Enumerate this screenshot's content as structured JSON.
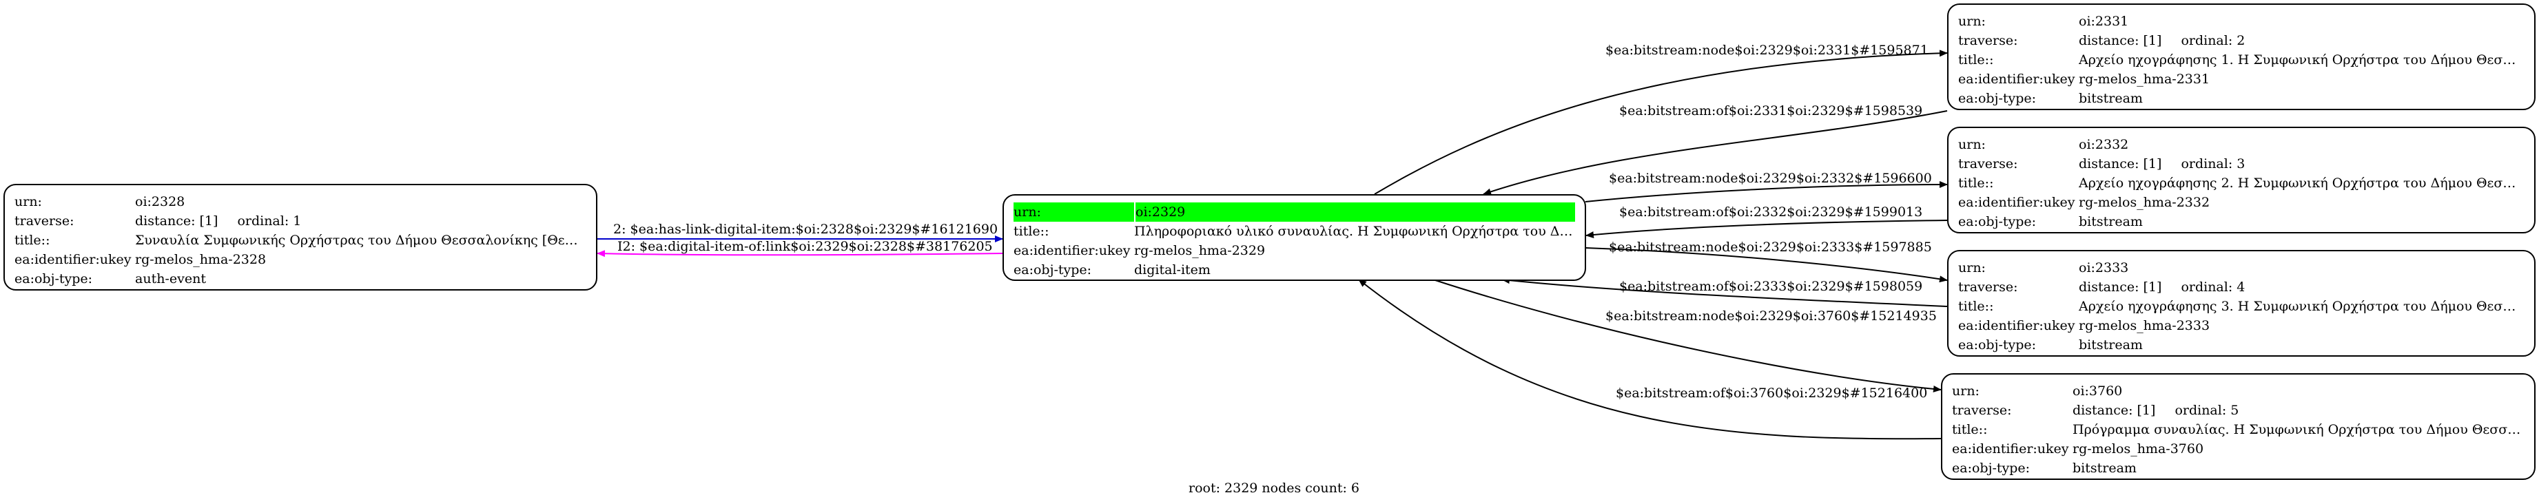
{
  "root_label": "root: 2329 nodes count: 6",
  "colors": {
    "edge_default": "#000000",
    "edge_to_item": "#0000cc",
    "edge_to_event": "#ff00ff",
    "highlight": "#00ff00"
  },
  "nodes": {
    "n2328": {
      "rows": [
        {
          "k": "urn:",
          "v": "oi:2328"
        },
        {
          "k": "traverse:",
          "v": "distance: [1]",
          "o": "ordinal: 1"
        },
        {
          "k": "title::",
          "v": "Συναυλία Συμφωνικής Ορχήστρας του Δήμου Θεσσαλονίκης [Θεσσ..."
        },
        {
          "k": "ea:identifier:ukey",
          "v": "rg-melos_hma-2328"
        },
        {
          "k": "ea:obj-type:",
          "v": "auth-event"
        }
      ]
    },
    "n2329": {
      "rows": [
        {
          "k": "urn:",
          "v": "oi:2329"
        },
        {
          "k": "title::",
          "v": "Πληροφοριακό υλικό συναυλίας. Η Συμφωνική Ορχήστρα του Δήμ..."
        },
        {
          "k": "ea:identifier:ukey",
          "v": "rg-melos_hma-2329"
        },
        {
          "k": "ea:obj-type:",
          "v": "digital-item"
        }
      ]
    },
    "n2331": {
      "rows": [
        {
          "k": "urn:",
          "v": "oi:2331"
        },
        {
          "k": "traverse:",
          "v": "distance: [1]",
          "o": "ordinal: 2"
        },
        {
          "k": "title::",
          "v": "Αρχείο ηχογράφησης 1. Η Συμφωνική Ορχήστρα του Δήμου Θεσσα..."
        },
        {
          "k": "ea:identifier:ukey",
          "v": "rg-melos_hma-2331"
        },
        {
          "k": "ea:obj-type:",
          "v": "bitstream"
        }
      ]
    },
    "n2332": {
      "rows": [
        {
          "k": "urn:",
          "v": "oi:2332"
        },
        {
          "k": "traverse:",
          "v": "distance: [1]",
          "o": "ordinal: 3"
        },
        {
          "k": "title::",
          "v": "Αρχείο ηχογράφησης 2. Η Συμφωνική Ορχήστρα του Δήμου Θεσσα..."
        },
        {
          "k": "ea:identifier:ukey",
          "v": "rg-melos_hma-2332"
        },
        {
          "k": "ea:obj-type:",
          "v": "bitstream"
        }
      ]
    },
    "n2333": {
      "rows": [
        {
          "k": "urn:",
          "v": "oi:2333"
        },
        {
          "k": "traverse:",
          "v": "distance: [1]",
          "o": "ordinal: 4"
        },
        {
          "k": "title::",
          "v": "Αρχείο ηχογράφησης 3. Η Συμφωνική Ορχήστρα του Δήμου Θεσσα..."
        },
        {
          "k": "ea:identifier:ukey",
          "v": "rg-melos_hma-2333"
        },
        {
          "k": "ea:obj-type:",
          "v": "bitstream"
        }
      ]
    },
    "n3760": {
      "rows": [
        {
          "k": "urn:",
          "v": "oi:3760"
        },
        {
          "k": "traverse:",
          "v": "distance: [1]",
          "o": "ordinal: 5"
        },
        {
          "k": "title::",
          "v": "Πρόγραμμα συναυλίας. Η Συμφωνική Ορχήστρα του Δήμου Θεσσαλ..."
        },
        {
          "k": "ea:identifier:ukey",
          "v": "rg-melos_hma-3760"
        },
        {
          "k": "ea:obj-type:",
          "v": "bitstream"
        }
      ]
    }
  },
  "edges": [
    {
      "label": "2: $ea:has-link-digital-item:$oi:2328$oi:2329$#16121690"
    },
    {
      "label": "I2: $ea:digital-item-of:link$oi:2329$oi:2328$#38176205"
    },
    {
      "label": "$ea:bitstream:node$oi:2329$oi:2331$#1595871"
    },
    {
      "label": "$ea:bitstream:of$oi:2331$oi:2329$#1598539"
    },
    {
      "label": "$ea:bitstream:node$oi:2329$oi:2332$#1596600"
    },
    {
      "label": "$ea:bitstream:of$oi:2332$oi:2329$#1599013"
    },
    {
      "label": "$ea:bitstream:node$oi:2329$oi:2333$#1597885"
    },
    {
      "label": "$ea:bitstream:of$oi:2333$oi:2329$#1598059"
    },
    {
      "label": "$ea:bitstream:node$oi:2329$oi:3760$#15214935"
    },
    {
      "label": "$ea:bitstream:of$oi:3760$oi:2329$#15216400"
    }
  ]
}
